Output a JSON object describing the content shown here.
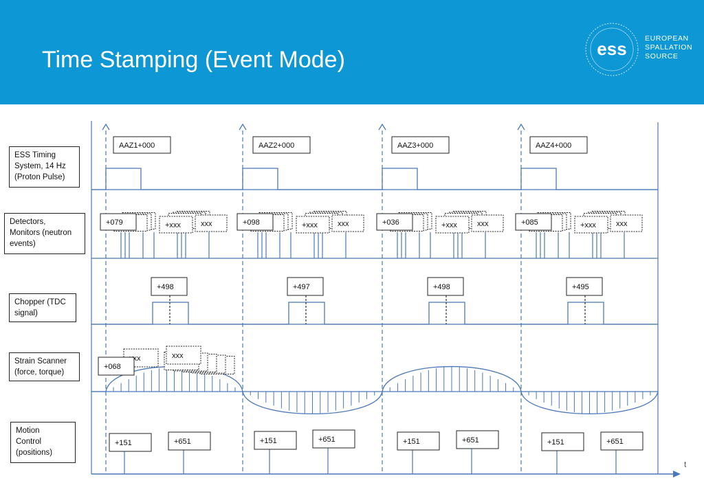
{
  "header": {
    "title": "Time Stamping (Event Mode)",
    "logo_lines": [
      "EUROPEAN",
      "SPALLATION",
      "SOURCE"
    ],
    "logo_mark": "ess",
    "background_color": "#0d97d4"
  },
  "row_labels": [
    "ESS Timing\nSystem, 14 Hz\n(Proton Pulse)",
    "Detectors,\nMonitors (neutron\nevents)",
    "Chopper (TDC\nsignal)",
    "Strain Scanner\n(force, torque)",
    "Motion\nControl\n(positions)"
  ],
  "timing_stamps": [
    "AAZ1+000",
    "AAZ2+000",
    "AAZ3+000",
    "AAZ4+000"
  ],
  "detector_first": [
    "+079",
    "+098",
    "+036",
    "+085"
  ],
  "detector_xxx": "+xxx",
  "detector_xxx2": "xxx",
  "chopper_stamps": [
    "+498",
    "+497",
    "+498",
    "+495"
  ],
  "strain_first": "+068",
  "strain_xxx": "xxx",
  "motion_stamps": [
    [
      "+151",
      "+651"
    ],
    [
      "+151",
      "+651"
    ],
    [
      "+151",
      "+651"
    ],
    [
      "+151",
      "+651"
    ]
  ],
  "axis_label": "t",
  "colors": {
    "line": "#4a78b8",
    "dash": "#4a78b8",
    "box_border": "#222222"
  }
}
